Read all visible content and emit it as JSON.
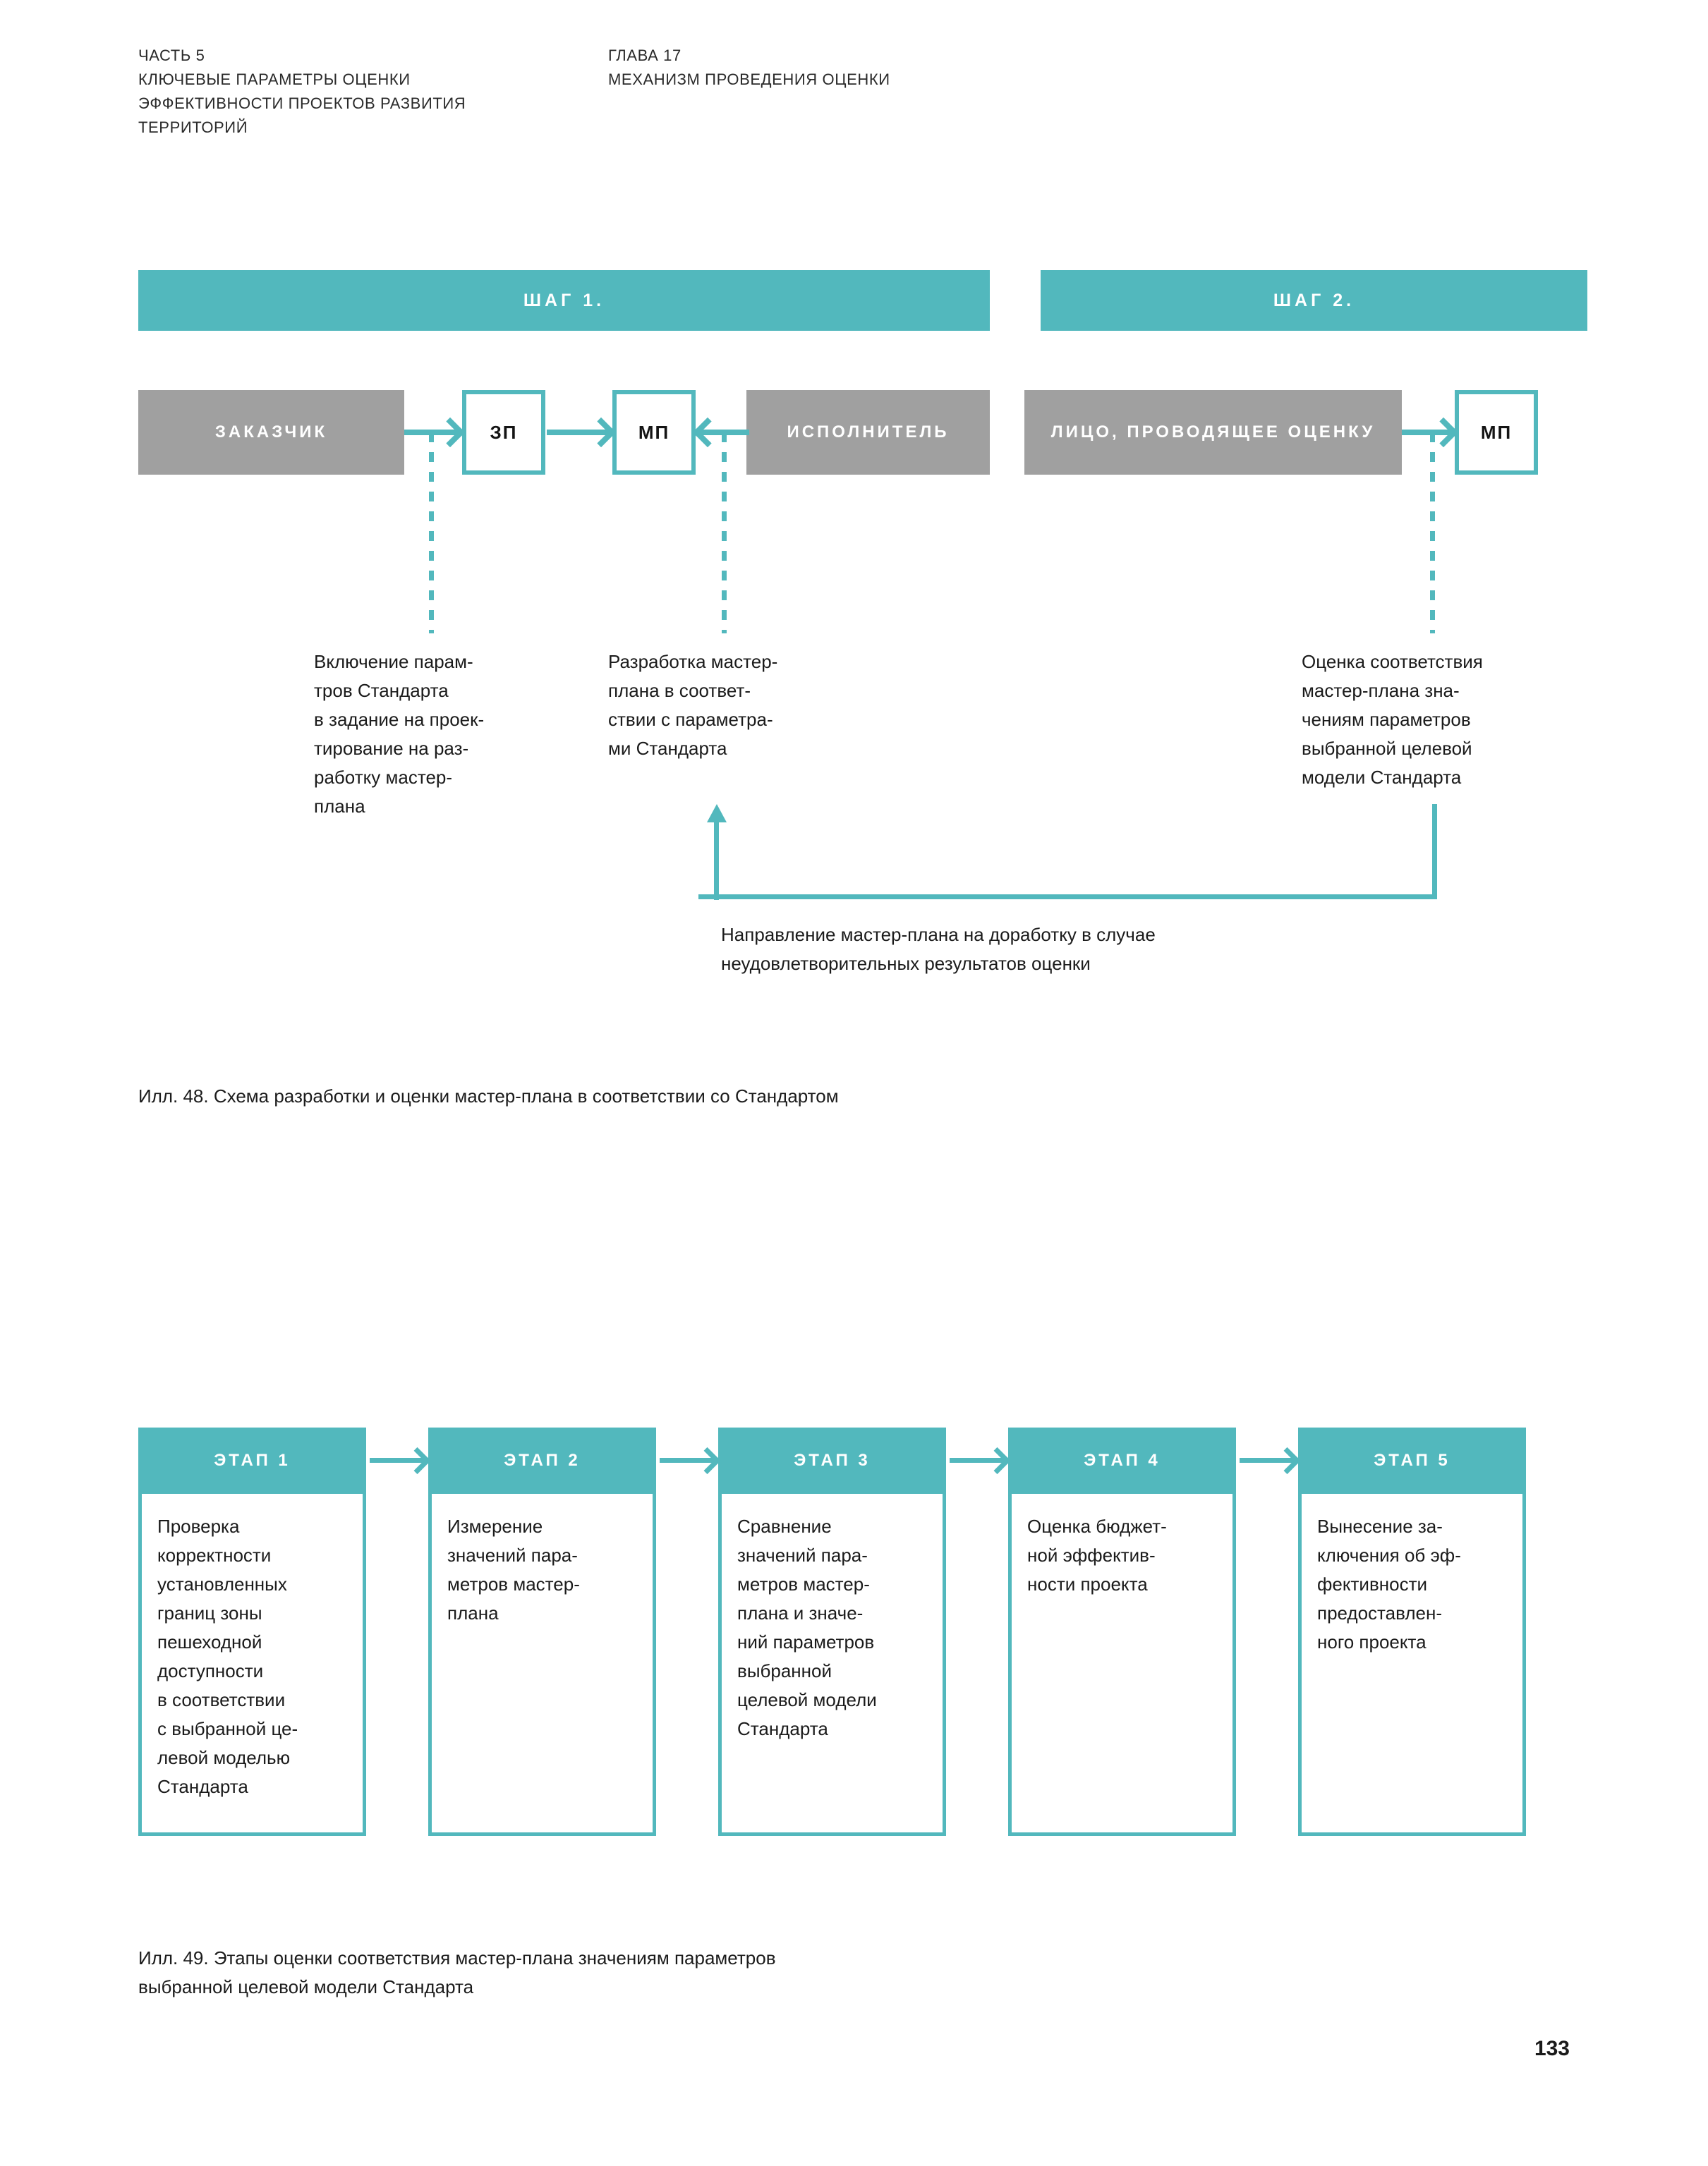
{
  "running_head": {
    "left": "ЧАСТЬ 5\nКЛЮЧЕВЫЕ ПАРАМЕТРЫ ОЦЕНКИ\nЭФФЕКТИВНОСТИ ПРОЕКТОВ РАЗВИТИЯ\nТЕРРИТОРИЙ",
    "right": "ГЛАВА 17\nМЕХАНИЗМ ПРОВЕДЕНИЯ ОЦЕНКИ"
  },
  "colors": {
    "accent_teal": "#52b8bd",
    "actor_gray": "#a0a0a0",
    "text": "#1b1b1b",
    "page_background": "#ffffff"
  },
  "figure_48": {
    "steps": [
      {
        "label": "ШАГ 1."
      },
      {
        "label": "ШАГ 2."
      }
    ],
    "actors": [
      {
        "label": "ЗАКАЗЧИК"
      },
      {
        "label": "ИСПОЛНИТЕЛЬ"
      },
      {
        "label": "ЛИЦО, ПРОВОДЯЩЕЕ ОЦЕНКУ"
      }
    ],
    "documents": [
      {
        "label": "ЗП"
      },
      {
        "label": "МП"
      },
      {
        "label": "МП"
      }
    ],
    "annotations": [
      {
        "text": "Включение парам-\nтров Стандарта\nв задание на проек-\nтирование на раз-\nработку мастер-\nплана"
      },
      {
        "text": "Разработка мастер-\nплана в соответ-\nствии с параметра-\nми Стандарта"
      },
      {
        "text": "Оценка соответствия\nмастер-плана зна-\nчениям параметров\nвыбранной целевой\nмодели Стандарта"
      }
    ],
    "rework_loop_caption": "Направление мастер-плана на доработку в случае\nнеудовлетворительных результатов оценки",
    "caption": "Илл. 48. Схема разработки и оценки мастер-плана в соответствии со Стандартом"
  },
  "figure_49": {
    "stages": [
      {
        "head": "ЭТАП 1",
        "body": "Проверка\nкорректности\nустановленных\nграниц зоны\nпешеходной\nдоступности\nв соответствии\nс выбранной це-\nлевой моделью\nСтандарта"
      },
      {
        "head": "ЭТАП 2",
        "body": "Измерение\nзначений пара-\nметров мастер-\nплана"
      },
      {
        "head": "ЭТАП 3",
        "body": "Сравнение\nзначений пара-\nметров мастер-\nплана и значе-\nний параметров\nвыбранной\nцелевой модели\nСтандарта"
      },
      {
        "head": "ЭТАП 4",
        "body": "Оценка бюджет-\nной эффектив-\nности проекта"
      },
      {
        "head": "ЭТАП 5",
        "body": "Вынесение за-\nключения об эф-\nфективности\nпредоставлен-\nного проекта"
      }
    ],
    "caption": "Илл. 49. Этапы оценки соответствия мастер-плана значениям параметров\nвыбранной целевой модели Стандарта"
  },
  "page_number": "133"
}
